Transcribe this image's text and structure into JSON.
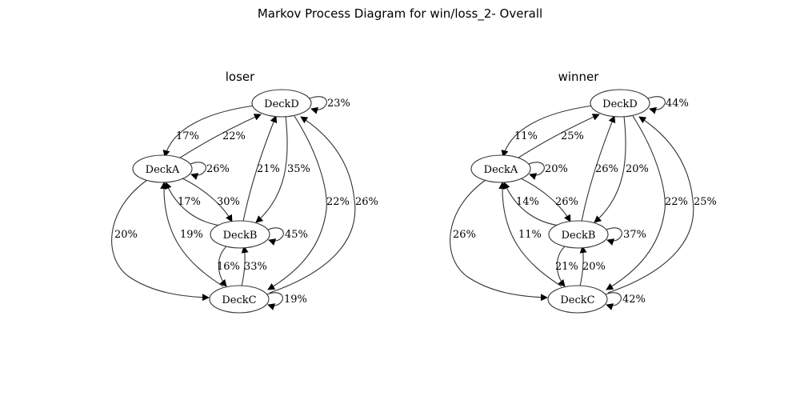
{
  "figure": {
    "title": "Markov Process Diagram for win/loss_2- Overall"
  },
  "panels": [
    {
      "id": "loser",
      "title": "loser",
      "nodes": {
        "DeckD": "DeckD",
        "DeckA": "DeckA",
        "DeckB": "DeckB",
        "DeckC": "DeckC"
      },
      "edges": {
        "D_D": "23%",
        "D_A": "17%",
        "A_D": "22%",
        "A_A": "26%",
        "B_D": "21%",
        "D_B": "35%",
        "D_C": "22%",
        "C_D": "26%",
        "B_A": "17%",
        "A_B": "30%",
        "A_C": "20%",
        "C_A": "19%",
        "B_B": "45%",
        "B_C": "16%",
        "C_B": "33%",
        "C_C": "19%"
      }
    },
    {
      "id": "winner",
      "title": "winner",
      "nodes": {
        "DeckD": "DeckD",
        "DeckA": "DeckA",
        "DeckB": "DeckB",
        "DeckC": "DeckC"
      },
      "edges": {
        "D_D": "44%",
        "D_A": "11%",
        "A_D": "25%",
        "A_A": "20%",
        "B_D": "26%",
        "D_B": "20%",
        "D_C": "22%",
        "C_D": "25%",
        "B_A": "14%",
        "A_B": "26%",
        "A_C": "26%",
        "C_A": "11%",
        "B_B": "37%",
        "B_C": "21%",
        "C_B": "20%",
        "C_C": "42%"
      }
    }
  ]
}
